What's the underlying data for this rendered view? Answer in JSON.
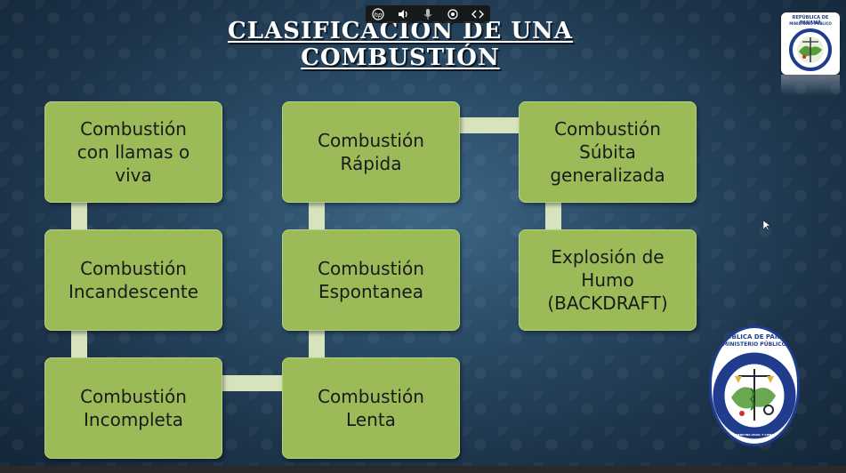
{
  "slide": {
    "title_line1": "CLASIFICACION DE UNA",
    "title_line2": "COMBUSTIÓN",
    "boxes": [
      {
        "id": "viva",
        "label": "Combustión\ncon llamas o\nviva"
      },
      {
        "id": "incandescente",
        "label": "Combustión\nIncandescente"
      },
      {
        "id": "incompleta",
        "label": "Combustión\nIncompleta"
      },
      {
        "id": "rapida",
        "label": "Combustión\nRápida"
      },
      {
        "id": "espontanea",
        "label": "Combustión\nEspontanea"
      },
      {
        "id": "lenta",
        "label": "Combustión\nLenta"
      },
      {
        "id": "subita",
        "label": "Combustión\nSúbita\ngeneralizada"
      },
      {
        "id": "backdraft",
        "label": "Explosión de\nHumo\n(BACKDRAFT)"
      }
    ]
  },
  "logo_small": {
    "line1": "REPÚBLICA DE PANAMÁ",
    "line2": "MINISTERIO PÚBLICO"
  },
  "logo_large": {
    "line1": "REPÚBLICA DE PANAMÁ",
    "line2": "MINISTERIO PÚBLICO",
    "ring_text": "INSTITUTO DE MEDICINA LEGAL Y CIENCIAS FORENSES"
  },
  "toolbar": {
    "icons": [
      "hp-logo-icon",
      "speaker-icon",
      "microphone-icon",
      "broadcast-icon",
      "code-brackets-icon"
    ]
  },
  "colors": {
    "box_fill": "#9bbb59",
    "connector": "#d6e3bc",
    "background": "#2a4b66",
    "seal_blue": "#1f3d8c"
  }
}
